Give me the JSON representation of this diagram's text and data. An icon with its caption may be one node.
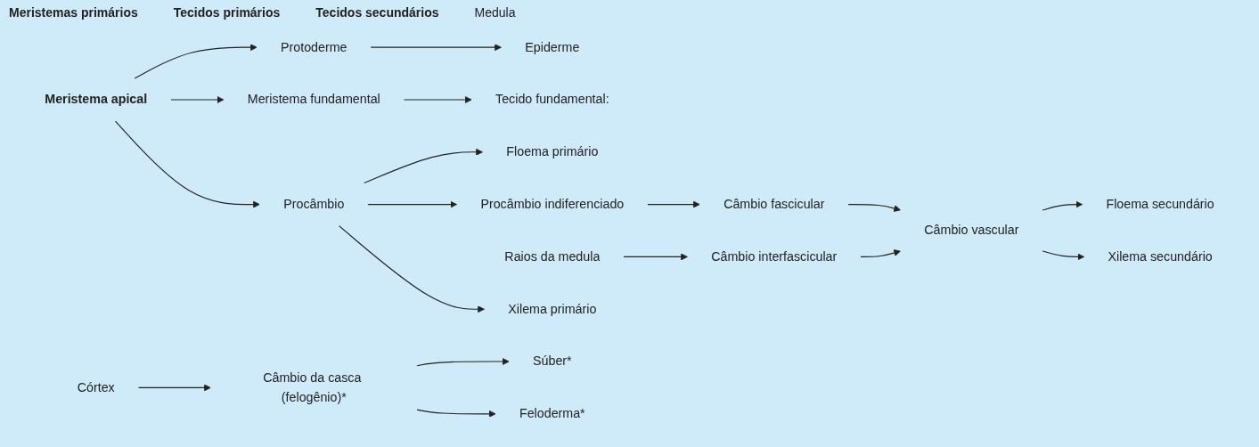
{
  "diagram": {
    "nodes": [
      {
        "text": [
          "Meristema apical"
        ]
      },
      {
        "text": [
          "Protoderme"
        ]
      },
      {
        "text": [
          "Meristema fundamental"
        ]
      },
      {
        "text": [
          "Procâmbio"
        ]
      },
      {
        "text": [
          "Epiderme"
        ]
      },
      {
        "text": [
          "Tecido fundamental:"
        ]
      },
      {
        "text": [
          "Córtex"
        ]
      },
      {
        "text": [
          "Câmbio da casca (felogênio)*"
        ]
      },
      {
        "text": [
          "Súber*"
        ]
      },
      {
        "text": [
          "Feloderma*"
        ]
      },
      {
        "text": [
          "Raios da medula"
        ]
      },
      {
        "text": [
          "Câmbio interfascicular"
        ]
      },
      {
        "text": [
          "Câmbio vascular"
        ]
      },
      {
        "text": [
          "Floema secundário"
        ]
      },
      {
        "text": [
          "Xilema secundário"
        ]
      },
      {
        "text": [
          "Floema primário"
        ]
      },
      {
        "text": [
          "Procâmbio indiferenciado"
        ]
      },
      {
        "text": [
          "Câmbio fascicular"
        ]
      },
      {
        "text": [
          "Xilema primário"
        ]
      }
    ],
    "edges": [
      {
        "from": 0,
        "to": 1,
        "arrow": "to"
      },
      {
        "from": 0,
        "to": 2,
        "arrow": "to"
      },
      {
        "from": 0,
        "to": 3,
        "arrow": "to"
      },
      {
        "from": 1,
        "to": 4,
        "arrow": "to"
      },
      {
        "from": 2,
        "to": 5,
        "arrow": "to"
      },
      {
        "from": 6,
        "to": 7,
        "arrow": "to"
      },
      {
        "from": 7,
        "to": 8,
        "arrow": "to"
      },
      {
        "from": 7,
        "to": 9,
        "arrow": "to"
      },
      {
        "from": 10,
        "to": 11,
        "arrow": "to"
      },
      {
        "from": 11,
        "to": 12,
        "arrow": "to"
      },
      {
        "from": 12,
        "to": 13,
        "arrow": "to"
      },
      {
        "from": 12,
        "to": 14,
        "arrow": "to"
      },
      {
        "from": 3,
        "to": 15,
        "arrow": "to"
      },
      {
        "from": 3,
        "to": 16,
        "arrow": "to"
      },
      {
        "from": 3,
        "to": 18,
        "arrow": "to"
      },
      {
        "from": 16,
        "to": 17,
        "arrow": "to"
      },
      {
        "from": 17,
        "to": 12,
        "arrow": "to"
      }
    ],
    "labels": [
      "Meristemas primários",
      "Tecidos primários",
      "Tecidos secundários",
      "Medula"
    ]
  }
}
